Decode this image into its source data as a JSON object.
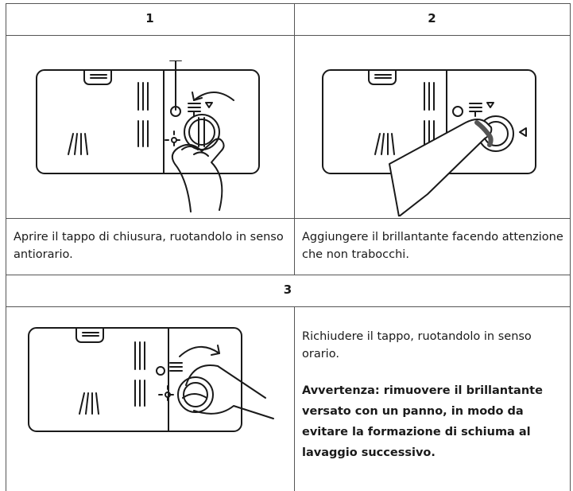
{
  "table": {
    "step1": {
      "number": "1",
      "text": "Aprire il tappo di chiusura, ruotandolo in senso antiorario."
    },
    "step2": {
      "number": "2",
      "text": "Aggiungere il brillantante facendo attenzione che non trabocchi."
    },
    "step3": {
      "number": "3",
      "text": "Richiudere il tappo, ruotandolo in senso orario.",
      "warning": "Avvertenza: rimuovere il brillantante versato con un panno, in modo da evitare la formazione di schiuma al lavaggio successivo."
    }
  }
}
